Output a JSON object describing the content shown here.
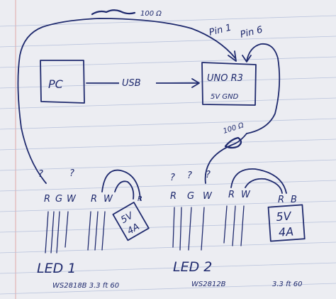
{
  "resistor_top": {
    "label": "100 Ω"
  },
  "resistor_mid": {
    "label": "100 Ω"
  },
  "pc_box": {
    "label": "PC"
  },
  "usb_arrow": {
    "label": "USB"
  },
  "uno_box": {
    "title": "UNO R3",
    "pins": "5V GND"
  },
  "pin1_label": "Pin 1",
  "pin6_label": "Pin 6",
  "led1": {
    "unknown_marks": [
      "?",
      "?"
    ],
    "left_pins": [
      "R",
      "G",
      "W"
    ],
    "right_pins": [
      "R",
      "W"
    ],
    "power_pin": "R",
    "supply_label": [
      "5V",
      "4A"
    ],
    "title": "LED 1",
    "spec": "WS2818B 3.3 ft 60"
  },
  "led2": {
    "unknown_marks": [
      "?",
      "?",
      "?"
    ],
    "left_pins": [
      "R",
      "G",
      "W"
    ],
    "right_pins": [
      "R",
      "W"
    ],
    "power_pins": [
      "R",
      "B"
    ],
    "supply_label": [
      "5V",
      "4A"
    ],
    "title": "LED 2",
    "spec": "WS2812B",
    "length": "3.3 ft 60"
  }
}
